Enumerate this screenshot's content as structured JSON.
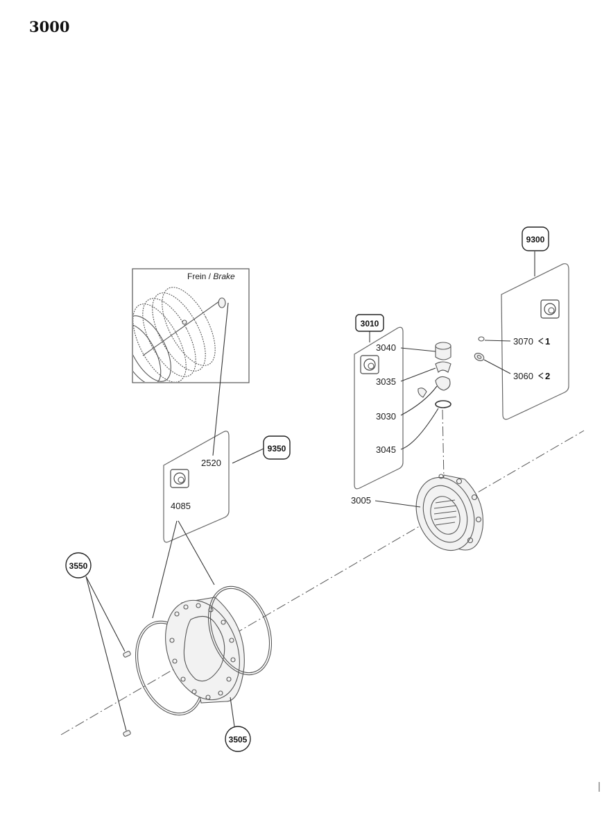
{
  "page_title": "3000",
  "brake_inset": {
    "label_prefix": "Frein / ",
    "label_italic": "Brake"
  },
  "kits": {
    "k9300": "9300",
    "k3010": "3010",
    "k9350": "9350",
    "k3550": "3550",
    "k3505": "3505"
  },
  "parts": {
    "p3040": "3040",
    "p3035": "3035",
    "p3030": "3030",
    "p3045": "3045",
    "p3005": "3005",
    "p3070": "3070",
    "p3060": "3060",
    "p2520": "2520",
    "p4085": "4085"
  },
  "qty": {
    "q3070": "1",
    "q3060": "2"
  },
  "icons": [
    "kit-card-icon",
    "seal-kit-icon",
    "quantity-arrow-icon"
  ]
}
